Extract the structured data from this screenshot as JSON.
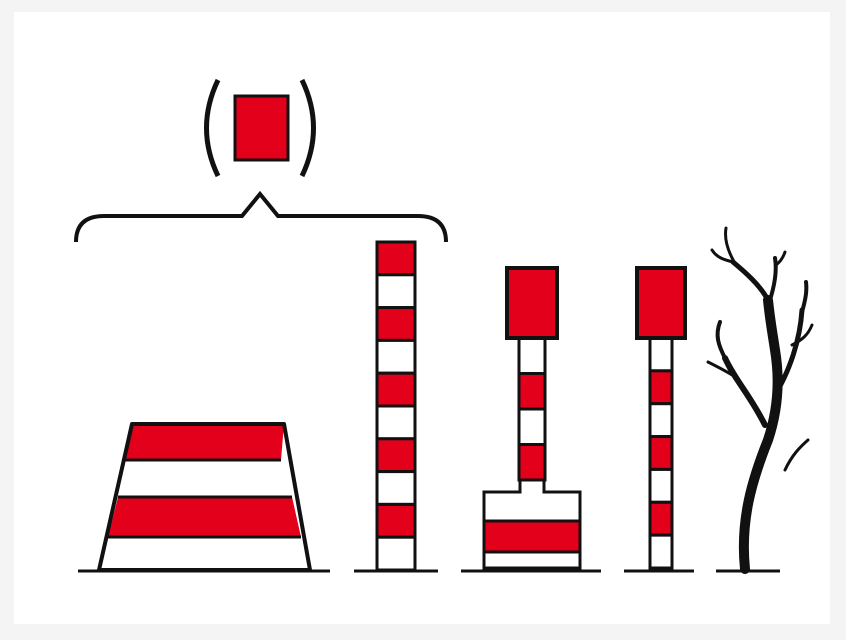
{
  "colors": {
    "red": "#e3001b",
    "white": "#ffffff",
    "black": "#111111",
    "frame_background": "#f4f4f4"
  },
  "items": [
    {
      "id": "optional-topmark",
      "icon": "red-square-in-parentheses-icon",
      "optional": true
    },
    {
      "id": "truncated-cone-beacon",
      "icon": "striped-truncated-cone-icon",
      "bands": [
        "white",
        "red",
        "white",
        "red"
      ]
    },
    {
      "id": "striped-pole",
      "icon": "striped-pole-icon",
      "segments": 10
    },
    {
      "id": "pole-on-base-with-topmark",
      "icon": "pole-with-base-and-topmark-icon"
    },
    {
      "id": "pole-with-topmark",
      "icon": "pole-with-topmark-icon"
    },
    {
      "id": "tree-branch",
      "icon": "tree-branch-icon"
    }
  ]
}
